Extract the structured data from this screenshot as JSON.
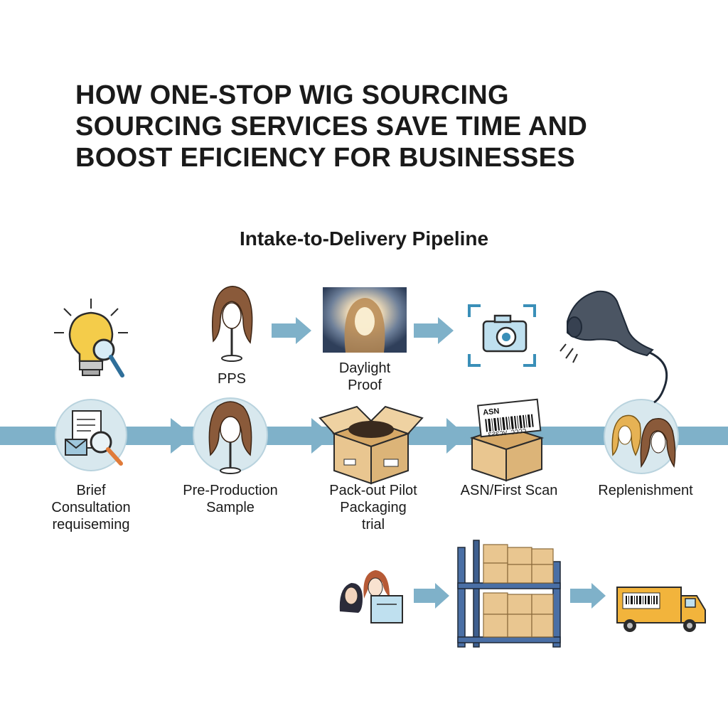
{
  "title": {
    "line1": "HOW ONE-STOP WIG SOURCING",
    "line2": "SOURCING SERVICES SAVE TIME AND",
    "line3": "BOOST EFICIENCY FOR BUSINESSES"
  },
  "subtitle": "Intake-to-Delivery Pipeline",
  "top_row": {
    "pps": "PPS",
    "daylight_proof": [
      "Daylight",
      "Proof"
    ]
  },
  "stages": [
    {
      "lines": [
        "Brief",
        "Consultation",
        "requiseming"
      ]
    },
    {
      "lines": [
        "Pre-Production",
        "Sample"
      ]
    },
    {
      "lines": [
        "Pack-out Pilot",
        "Packaging",
        "trial"
      ]
    },
    {
      "lines": [
        "ASN/First Scan"
      ]
    },
    {
      "lines": [
        "Replenishment"
      ]
    }
  ],
  "asn_label": {
    "header": "ASN",
    "code": "ƐƧƐƆV ƆƆƆƆ"
  },
  "colors": {
    "arrow": "#7fb1c9",
    "circle": "#d8e8ee",
    "hair": "#8a5a3a",
    "box": "#e9c690",
    "truck": "#f2b43c"
  }
}
